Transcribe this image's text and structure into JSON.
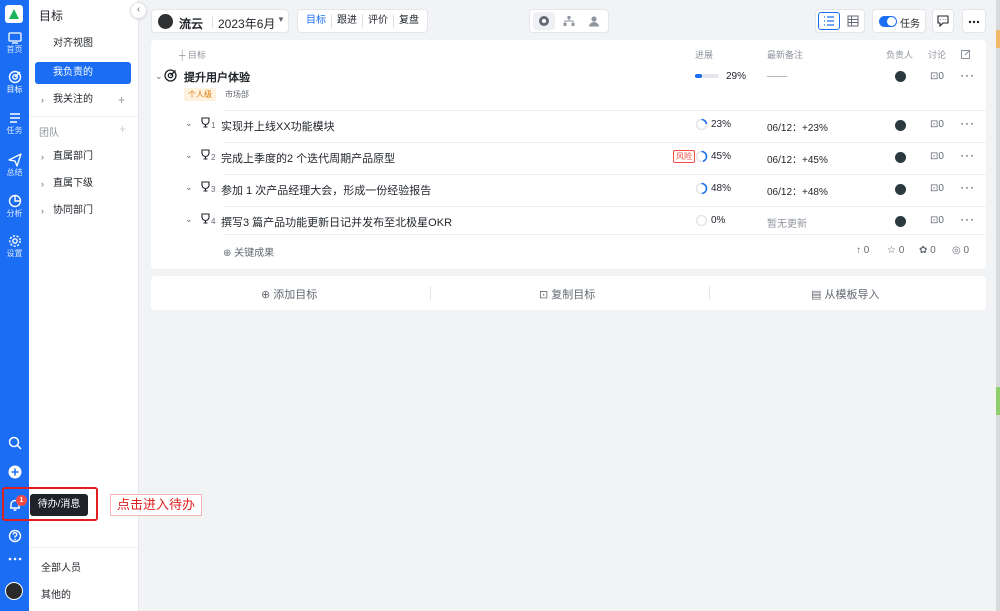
{
  "rail": {
    "items": [
      {
        "label": "首页",
        "icon": "monitor-icon"
      },
      {
        "label": "目标",
        "icon": "target-icon"
      },
      {
        "label": "任务",
        "icon": "tasks-icon"
      },
      {
        "label": "总结",
        "icon": "send-icon"
      },
      {
        "label": "分析",
        "icon": "pie-chart-icon"
      },
      {
        "label": "设置",
        "icon": "gear-icon"
      }
    ],
    "notification_count": "1"
  },
  "nav2": {
    "title": "目标",
    "items": [
      "对齐视图",
      "我负责的",
      "我关注的"
    ],
    "group_label": "团队",
    "group_items": [
      "直属部门",
      "直属下级",
      "协同部门"
    ],
    "bottom_items": [
      "全部人员",
      "其他的"
    ]
  },
  "topbar": {
    "user_name": "流云",
    "period": "2023年6月",
    "tabs": [
      "目标",
      "跟进",
      "评价",
      "复盘"
    ],
    "task_toggle_label": "任务"
  },
  "table": {
    "headers": {
      "name": "目标",
      "progress": "进展",
      "update": "最新备注",
      "owner": "负责人",
      "comments": "讨论"
    },
    "objective": {
      "title": "提升用户体验",
      "tag": "个人级",
      "tag2": "市场部",
      "progress_pct": 29,
      "progress_text": "29%",
      "update": "——"
    },
    "key_results": [
      {
        "num": "1",
        "text": "实现并上线XX功能模块",
        "pct": 23,
        "pct_text": "23%",
        "update": "06/12：+23%",
        "comments": "0",
        "risk": ""
      },
      {
        "num": "2",
        "text": "完成上季度的2 个迭代周期产品原型",
        "pct": 45,
        "pct_text": "45%",
        "update": "06/12：+45%",
        "comments": "0",
        "risk": "风险"
      },
      {
        "num": "3",
        "text": "参加 1 次产品经理大会，形成一份经验报告",
        "pct": 48,
        "pct_text": "48%",
        "update": "06/12：+48%",
        "comments": "0",
        "risk": ""
      },
      {
        "num": "4",
        "text": "撰写3 篇产品功能更新日记并发布至北极星OKR",
        "pct": 0,
        "pct_text": "0%",
        "update": "暂无更新",
        "comments": "0",
        "risk": ""
      }
    ],
    "add_kr_label": "关键成果",
    "objective_comments": "0",
    "stats": [
      "0",
      "0",
      "0",
      "0"
    ]
  },
  "actions": [
    "添加目标",
    "复制目标",
    "从模板导入"
  ],
  "tooltip": "待办/消息",
  "callout": "点击进入待办",
  "colors": {
    "primary": "#1b6ef3",
    "risk": "#f54a45",
    "annotation": "#e02020"
  }
}
